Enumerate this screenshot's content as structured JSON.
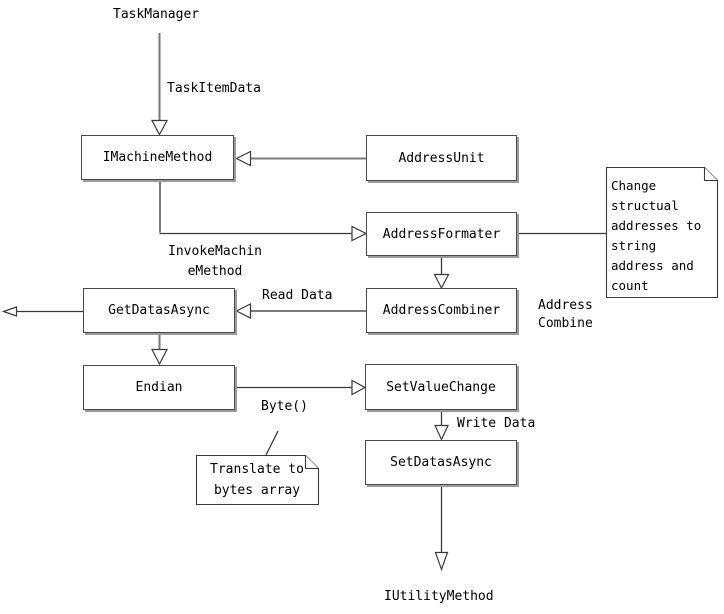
{
  "colors": {
    "background": "#ffffff",
    "box_fill": "#ffffff",
    "box_border": "#4a4a4a",
    "box_shadow": "#9b9b9b",
    "line_gray": "#7a7a7a",
    "line_dark": "#3a3a3a",
    "text": "#000000"
  },
  "boxes": {
    "imachinemethod": {
      "label": "IMachineMethod"
    },
    "addressunit": {
      "label": "AddressUnit"
    },
    "addressformater": {
      "label": "AddressFormater"
    },
    "addresscombiner": {
      "label": "AddressCombiner"
    },
    "getdatasasync": {
      "label": "GetDatasAsync"
    },
    "endian": {
      "label": "Endian"
    },
    "setvaluechange": {
      "label": "SetValueChange"
    },
    "setdatasasync": {
      "label": "SetDatasAsync"
    }
  },
  "labels": {
    "taskmanager": "TaskManager",
    "taskitemdata": "TaskItemData",
    "invokemachinemethod": "InvokeMachin\neMethod",
    "readdata": "Read Data",
    "addresscombine": "Address\nCombine",
    "byte": "Byte()",
    "writedata": "Write Data",
    "iutilitymethod": "IUtilityMethod"
  },
  "notes": {
    "change_structual": {
      "text": "Change\nstructual\naddresses to\nstring\naddress and\ncount"
    },
    "translate_bytes": {
      "text": "Translate to\nbytes array"
    }
  }
}
